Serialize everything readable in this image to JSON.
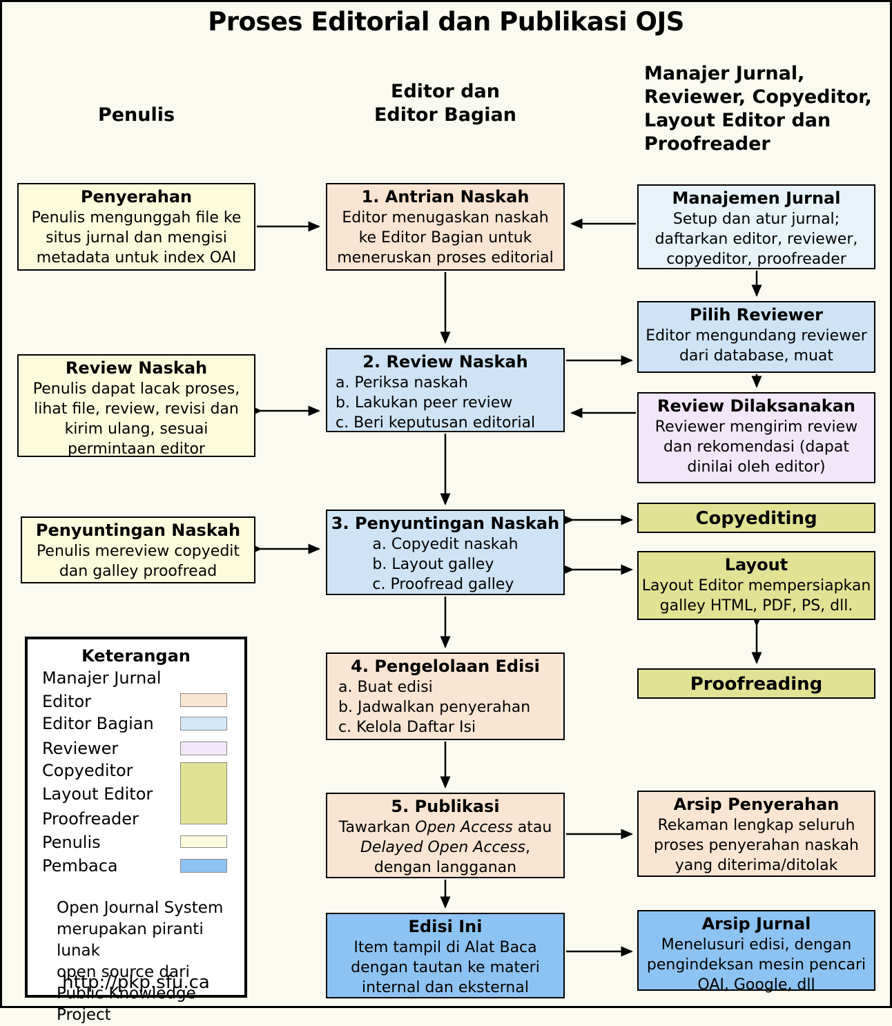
{
  "title": "Proses Editorial dan Publikasi OJS",
  "columns": {
    "penulis": "Penulis",
    "editor": "Editor dan\nEditor Bagian",
    "others": "Manajer Jurnal,\nReviewer, Copyeditor,\nLayout Editor dan\nProofreader"
  },
  "boxes": {
    "penyerahan": {
      "title": "Penyerahan",
      "body": "Penulis mengunggah file ke\nsitus jurnal dan mengisi\nmetadata untuk index OAI"
    },
    "antrian": {
      "title": "1. Antrian Naskah",
      "body": "Editor menugaskan naskah\nke Editor Bagian untuk\nmeneruskan proses editorial"
    },
    "manajemen_jurnal": {
      "title": "Manajemen Jurnal",
      "body": "Setup dan atur jurnal;\ndaftarkan editor, reviewer,\ncopyeditor, proofreader"
    },
    "pilih_reviewer": {
      "title": "Pilih Reviewer",
      "body": "Editor mengundang reviewer\ndari database, muat"
    },
    "review_dilaksanakan": {
      "title": "Review Dilaksanakan",
      "body": "Reviewer mengirim review\ndan rekomendasi (dapat\ndinilai oleh editor)"
    },
    "review_naskah_penulis": {
      "title": "Review Naskah",
      "body": "Penulis dapat lacak proses,\nlihat file, review, revisi dan\nkirim ulang, sesuai\npermintaan editor"
    },
    "review_naskah": {
      "title": "2. Review Naskah",
      "body": "a. Periksa naskah\nb. Lakukan peer review\nc. Beri keputusan editorial"
    },
    "penyuntingan_penulis": {
      "title": "Penyuntingan Naskah",
      "body": "Penulis mereview copyedit\ndan galley proofread"
    },
    "penyuntingan": {
      "title": "3. Penyuntingan Naskah",
      "body": "a. Copyedit naskah\nb. Layout galley\nc. Proofread galley"
    },
    "copyediting": {
      "title": "Copyediting"
    },
    "layout": {
      "title": "Layout",
      "body": "Layout Editor mempersiapkan\ngalley HTML, PDF, PS, dll."
    },
    "proofreading": {
      "title": "Proofreading"
    },
    "pengelolaan": {
      "title": "4. Pengelolaan Edisi",
      "body": "a. Buat edisi\nb. Jadwalkan penyerahan\nc. Kelola Daftar Isi"
    },
    "publikasi": {
      "title": "5. Publikasi",
      "body_t1": "Tawarkan ",
      "body_i1": "Open Access",
      "body_t2": " atau\n",
      "body_i2": "Delayed Open Access",
      "body_t3": ",\ndengan langganan"
    },
    "arsip_penyerahan": {
      "title": "Arsip Penyerahan",
      "body": "Rekaman lengkap seluruh\nproses penyerahan naskah\nyang diterima/ditolak"
    },
    "edisi_ini": {
      "title": "Edisi Ini",
      "body": "Item tampil di Alat Baca\ndengan tautan ke materi\ninternal dan eksternal"
    },
    "arsip_jurnal": {
      "title": "Arsip Jurnal",
      "body": "Menelusuri edisi, dengan\npengindeksan mesin pencari\nOAI, Google, dll"
    }
  },
  "legend": {
    "title": "Keterangan",
    "items": [
      "Manajer Jurnal",
      "Editor",
      "Editor Bagian",
      "Reviewer",
      "Copyeditor",
      "Layout Editor",
      "Proofreader",
      "Penulis",
      "Pembaca"
    ],
    "footer": "Open Journal System\nmerupakan piranti lunak\nopen source dari\nPublic Knowledge Project",
    "url": "http://pkp.sfu.ca"
  },
  "colors": {
    "penulis": "#FCFCDC",
    "editor": "#FAE5D3",
    "editor_bagian": "#CEE4F6",
    "manajer_jurnal": "#E7F3F8",
    "reviewer": "#F1E7F8",
    "copy_layout_proof": "#E1E294",
    "pembaca": "#8DC3F2",
    "legend_editor_bagian": "#D5E8FA"
  }
}
